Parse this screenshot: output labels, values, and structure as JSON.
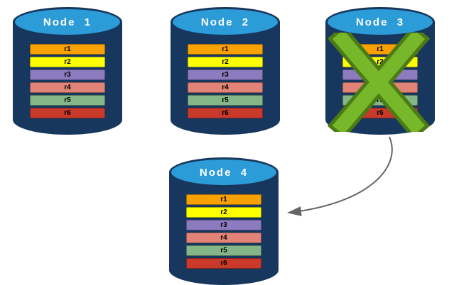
{
  "nodes": [
    {
      "label": "Node  1"
    },
    {
      "label": "Node  2"
    },
    {
      "label": "Node  3"
    },
    {
      "label": "Node  4"
    }
  ],
  "records": [
    {
      "label": "r1",
      "color": "#F9A100"
    },
    {
      "label": "r2",
      "color": "#FFFF00"
    },
    {
      "label": "r3",
      "color": "#8D7BC0"
    },
    {
      "label": "r4",
      "color": "#E28377"
    },
    {
      "label": "r5",
      "color": "#85B687"
    },
    {
      "label": "r6",
      "color": "#C93A2B"
    }
  ],
  "colors": {
    "cylinder_body": "#17375E",
    "cylinder_top": "#2B9CD8",
    "node_label_text": "#FFFFFF",
    "failure_x": "#76B82A",
    "failure_x_outline": "#4C7A14",
    "arrow": "#666666"
  },
  "failure_marker": {
    "on_node": "Node  3",
    "symbol": "X"
  },
  "arrow_annotation": {
    "from": "Node  3",
    "to": "Node  4"
  }
}
